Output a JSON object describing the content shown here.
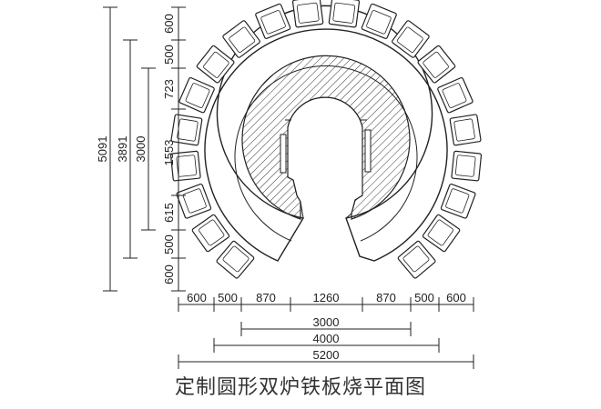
{
  "title": "定制圆形双炉铁板烧平面图",
  "dimensions": {
    "horizontal_segments": [
      "600",
      "500",
      "870",
      "1260",
      "870",
      "500",
      "600"
    ],
    "horizontal_totals": [
      "3000",
      "4000",
      "5200"
    ],
    "vertical_segments": [
      "600",
      "500",
      "723",
      "1553",
      "615",
      "500",
      "600"
    ],
    "vertical_totals": [
      "5091",
      "3891",
      "3000"
    ]
  },
  "seat_count": 20
}
